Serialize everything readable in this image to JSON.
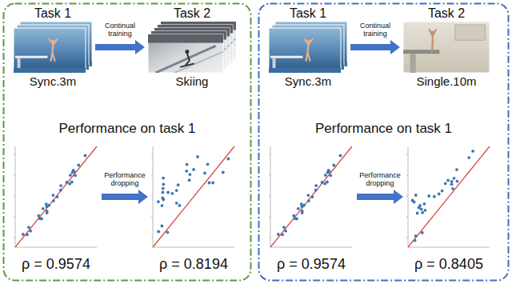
{
  "diagram": {
    "nodes": [
      {
        "text": [
          "Performance on task 1"
        ]
      },
      {
        "text": [
          "Task 1",
          "Sync.3m"
        ],
        "in": 0
      },
      {
        "text": [
          "Task 2",
          "Skiing"
        ],
        "in": 0
      },
      {
        "text": [
          "ρ = 0.9574"
        ],
        "in": 0
      },
      {
        "text": [
          "ρ = 0.8194"
        ],
        "in": 0
      },
      {
        "text": [
          "Performance on task 1"
        ]
      },
      {
        "text": [
          "Task 1",
          "Sync.3m"
        ],
        "in": 5
      },
      {
        "text": [
          "Task 2",
          "Single.10m"
        ],
        "in": 5
      },
      {
        "text": [
          "ρ = 0.9574"
        ],
        "in": 5
      },
      {
        "text": [
          "ρ = 0.8405"
        ],
        "in": 5
      }
    ],
    "edges": [
      {
        "from": 1,
        "to": 2,
        "arrow": "to",
        "label": "Continual training"
      },
      {
        "from": 3,
        "to": 4,
        "arrow": "to",
        "label": "Performance dropping"
      },
      {
        "from": 6,
        "to": 7,
        "arrow": "to",
        "label": "Continual training"
      },
      {
        "from": 8,
        "to": 9,
        "arrow": "to",
        "label": "Performance dropping"
      }
    ]
  }
}
